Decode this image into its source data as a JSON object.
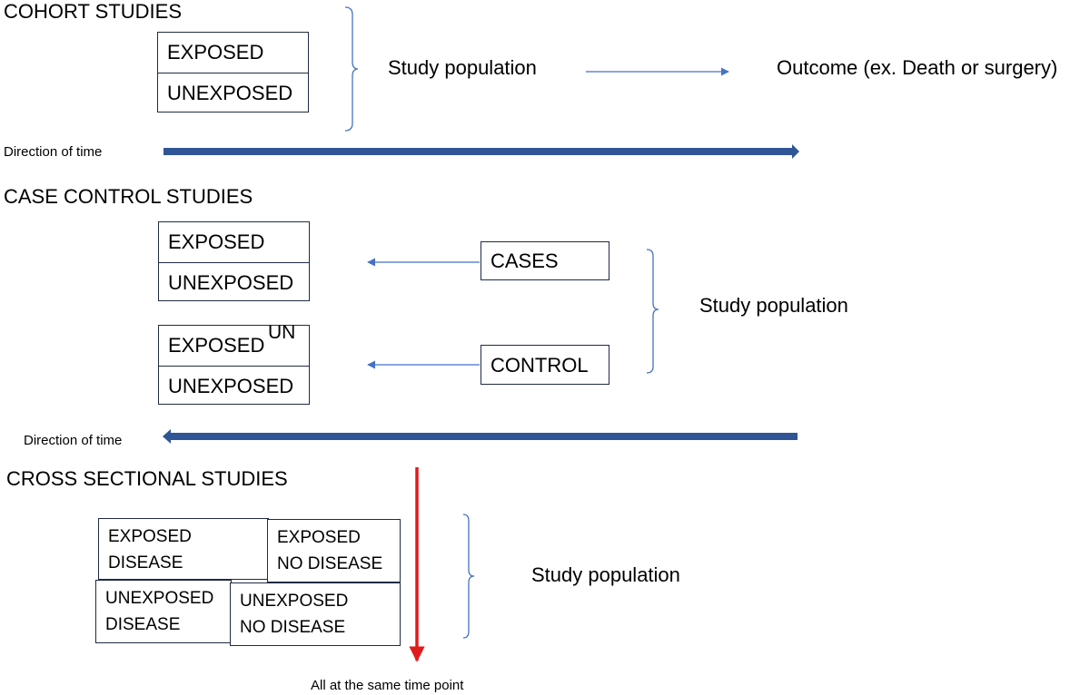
{
  "cohort": {
    "title": "COHORT STUDIES",
    "rows": [
      "EXPOSED",
      "UNEXPOSED"
    ],
    "population": "Study population",
    "outcome": "Outcome (ex. Death or surgery)",
    "time_label": "Direction of time"
  },
  "case_control": {
    "title": "CASE CONTROL  STUDIES",
    "box1_rows": [
      "EXPOSED",
      "UNEXPOSED"
    ],
    "box2_rows": [
      "EXPOSED",
      "UNEXPOSED"
    ],
    "box2_overlay": "UN",
    "cases": "CASES",
    "control": "CONTROL",
    "population": "Study population",
    "time_label": "Direction of time"
  },
  "cross_sectional": {
    "title": "CROSS SECTIONAL  STUDIES",
    "cells": [
      [
        "EXPOSED",
        "DISEASE"
      ],
      [
        "EXPOSED",
        "NO DISEASE"
      ],
      [
        "UNEXPOSED",
        "DISEASE"
      ],
      [
        "UNEXPOSED",
        "NO DISEASE"
      ]
    ],
    "population": "Study population",
    "time_label": "All at the same time point"
  },
  "colors": {
    "box_border": "#1f2a44",
    "thin_arrow": "#4472c4",
    "time_arrow": "#2f5597",
    "cross_line": "#e01b1b"
  }
}
